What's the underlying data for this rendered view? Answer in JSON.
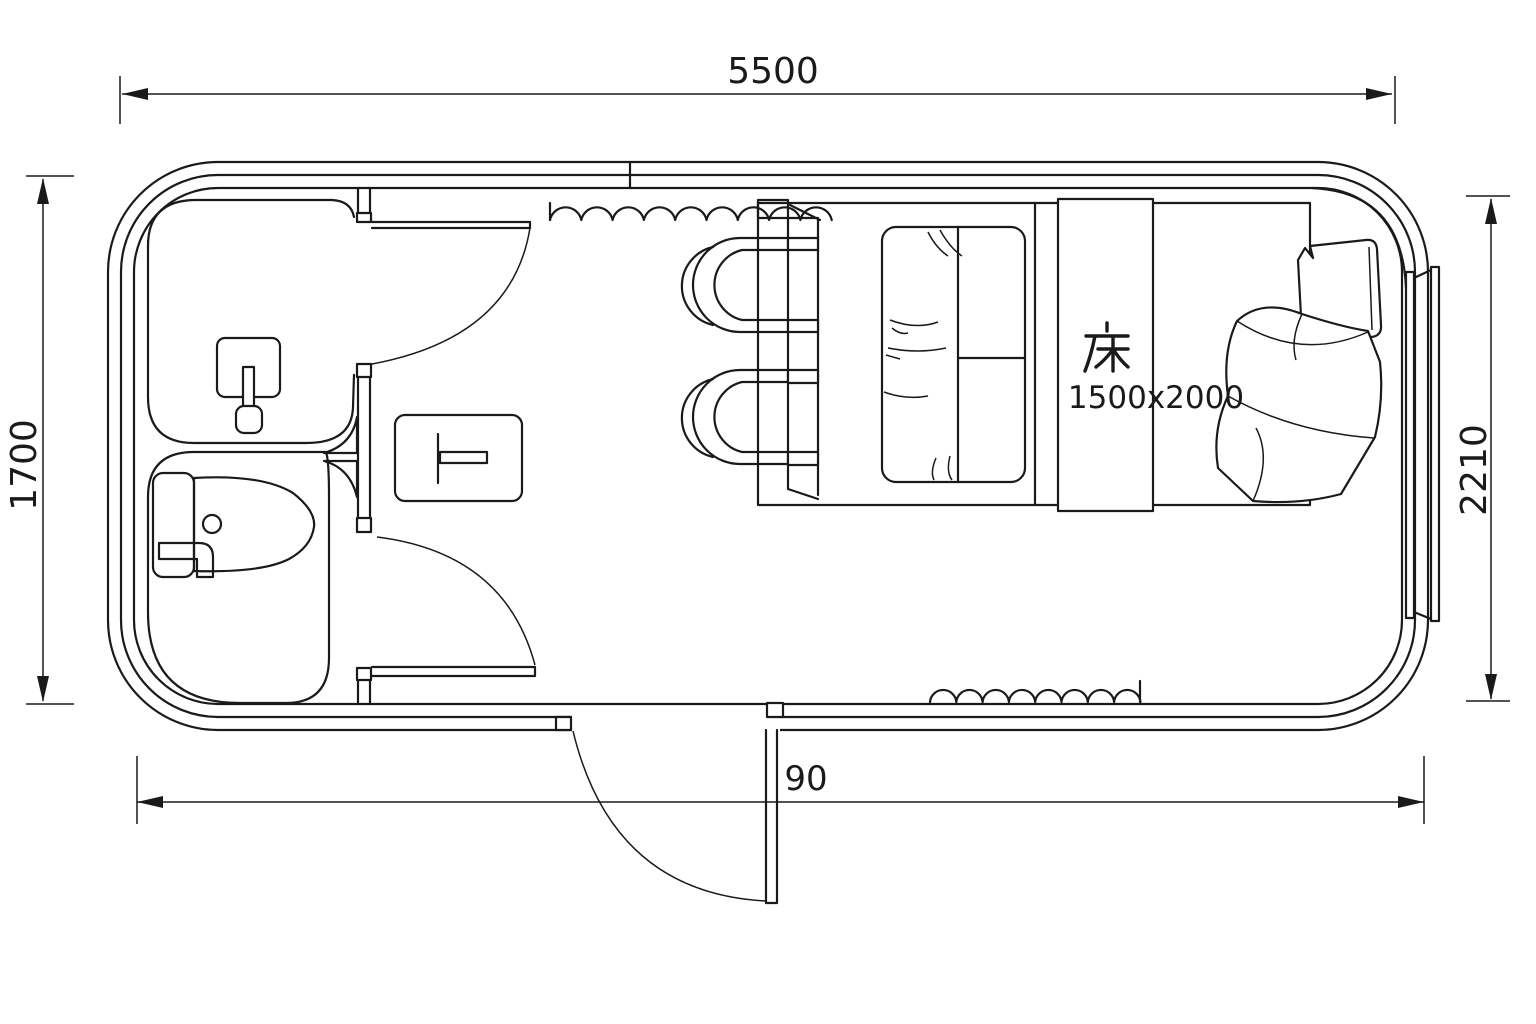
{
  "drawing": {
    "dimensions": {
      "top_width": "5500",
      "left_height": "1700",
      "right_height": "2210",
      "door_width": "90"
    },
    "bed": {
      "label": "床",
      "size": "1500x2000"
    },
    "colors": {
      "line": "#1a1a1a",
      "background": "#ffffff"
    }
  }
}
